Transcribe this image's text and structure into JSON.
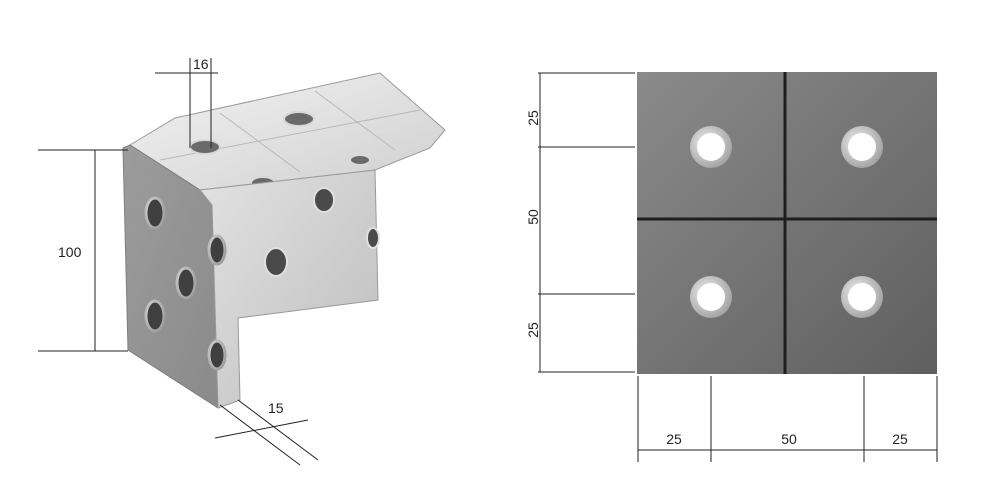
{
  "iso_view": {
    "hole_diameter": "16",
    "height": "100",
    "thickness": "15"
  },
  "plate_view": {
    "vertical_dims": [
      "25",
      "50",
      "25"
    ],
    "horizontal_dims": [
      "25",
      "50",
      "25"
    ]
  },
  "colors": {
    "plate_fill": "#7a7a7a",
    "plate_groove": "#1e1e1e",
    "hole_ring": "#c9c9c9",
    "metal_light": "#e9e9e9",
    "metal_mid": "#a9a9a9",
    "metal_dark": "#6f6f6f",
    "dim_line": "#222222"
  }
}
